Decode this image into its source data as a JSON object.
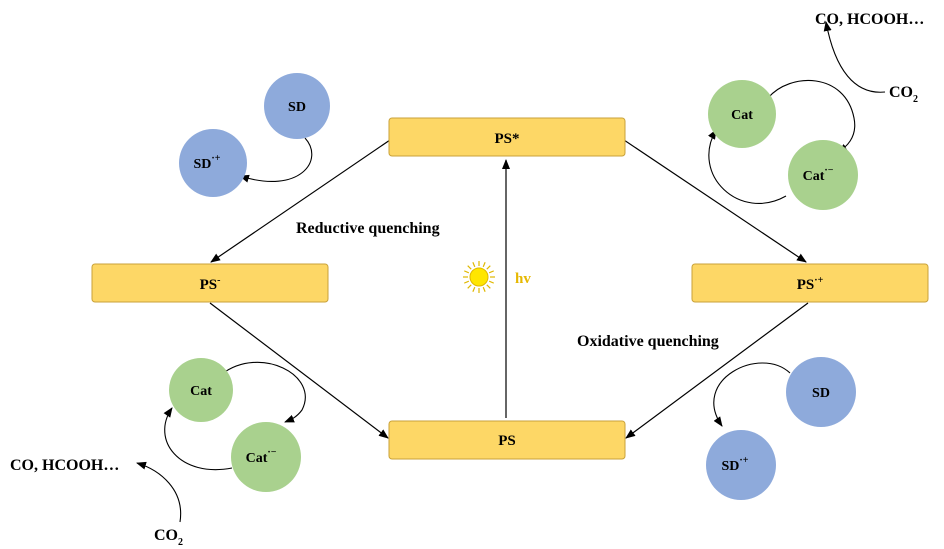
{
  "colors": {
    "ps_box_fill": "#fdd766",
    "ps_box_stroke": "#c9a23a",
    "sd_fill": "#8eaadb",
    "cat_fill": "#a9d18e",
    "sun_fill": "#ffe600",
    "hv_color": "#e6b800"
  },
  "ps_states": {
    "excited": {
      "base": "PS*",
      "sup": ""
    },
    "reduced": {
      "base": "PS",
      "sup": "-"
    },
    "oxidized": {
      "base": "PS",
      "sup": "·+"
    },
    "ground": {
      "base": "PS",
      "sup": ""
    }
  },
  "light": {
    "label": "hv",
    "icon": "sun-icon"
  },
  "labels": {
    "reductive": "Reductive quenching",
    "oxidative": "Oxidative quenching"
  },
  "top_left": {
    "sd": {
      "base": "SD",
      "sup": ""
    },
    "sd_ox": {
      "base": "SD",
      "sup": "·+"
    }
  },
  "top_right": {
    "products": "CO, HCOOH…",
    "co2": {
      "base": "CO",
      "sub": "2"
    },
    "cat": {
      "base": "Cat",
      "sup": ""
    },
    "cat_red": {
      "base": "Cat",
      "sup": "·−"
    }
  },
  "bottom_left": {
    "products": "CO, HCOOH…",
    "co2": {
      "base": "CO",
      "sub": "2"
    },
    "cat": {
      "base": "Cat",
      "sup": ""
    },
    "cat_red": {
      "base": "Cat",
      "sup": "·−"
    }
  },
  "bottom_right": {
    "sd": {
      "base": "SD",
      "sup": ""
    },
    "sd_ox": {
      "base": "SD",
      "sup": "·+"
    }
  }
}
